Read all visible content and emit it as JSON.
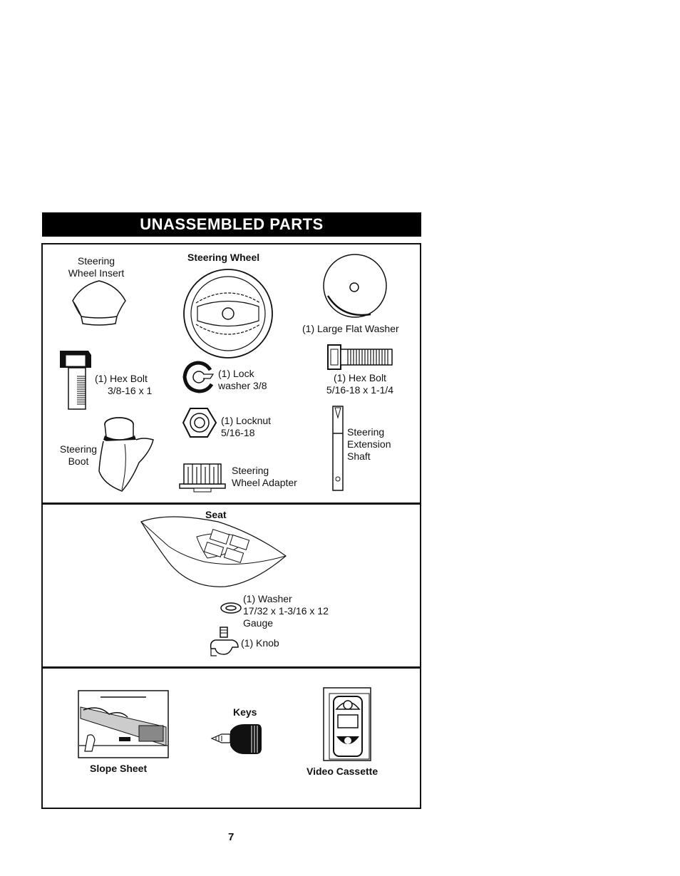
{
  "header": {
    "title": "UNASSEMBLED PARTS"
  },
  "panel1": {
    "steering_wheel_insert": [
      "Steering",
      "Wheel Insert"
    ],
    "steering_wheel": "Steering Wheel",
    "large_flat_washer": "(1) Large Flat Washer",
    "hex_bolt_a": [
      "(1) Hex Bolt",
      "3/8-16 x 1"
    ],
    "lock_washer": [
      "(1) Lock",
      "washer  3/8"
    ],
    "hex_bolt_b": [
      "(1) Hex Bolt",
      "5/16-18 x 1-1/4"
    ],
    "locknut": [
      "(1) Locknut",
      "5/16-18"
    ],
    "steering_boot": [
      "Steering",
      "Boot"
    ],
    "steering_extension_shaft": [
      "Steering",
      "Extension",
      "Shaft"
    ],
    "steering_wheel_adapter": [
      "Steering",
      "Wheel Adapter"
    ]
  },
  "panel2": {
    "seat": "Seat",
    "washer": [
      "(1) Washer",
      "17/32 x 1-3/16 x 12",
      "Gauge"
    ],
    "knob": "(1) Knob"
  },
  "panel3": {
    "slope_sheet": "Slope Sheet",
    "keys": "Keys",
    "video_cassette": "Video Cassette"
  },
  "footer": {
    "page_number": "7"
  }
}
